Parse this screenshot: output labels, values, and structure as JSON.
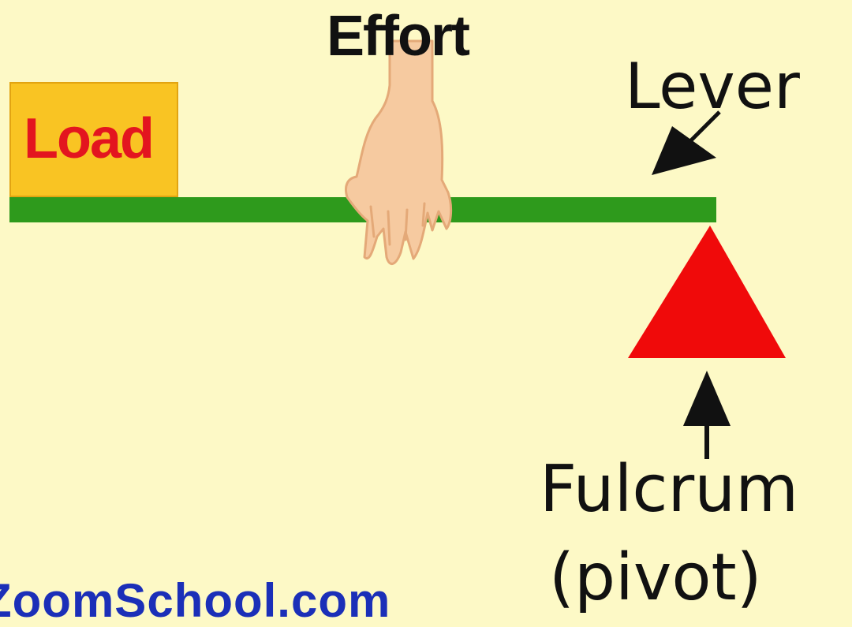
{
  "labels": {
    "effort": "Effort",
    "lever": "Lever",
    "load": "Load",
    "fulcrum": "Fulcrum",
    "pivot": "(pivot)"
  },
  "watermark": "ZoomSchool.com",
  "colors": {
    "background": "#fdf9c6",
    "lever_bar": "#2e9a1c",
    "load_box": "#f9c423",
    "load_text": "#e3151f",
    "fulcrum": "#f00a0a",
    "hand": "#f6caa0",
    "watermark": "#1b2fb8"
  },
  "icons": [
    "hand-icon",
    "arrow-to-lever-icon",
    "arrow-to-fulcrum-icon"
  ]
}
